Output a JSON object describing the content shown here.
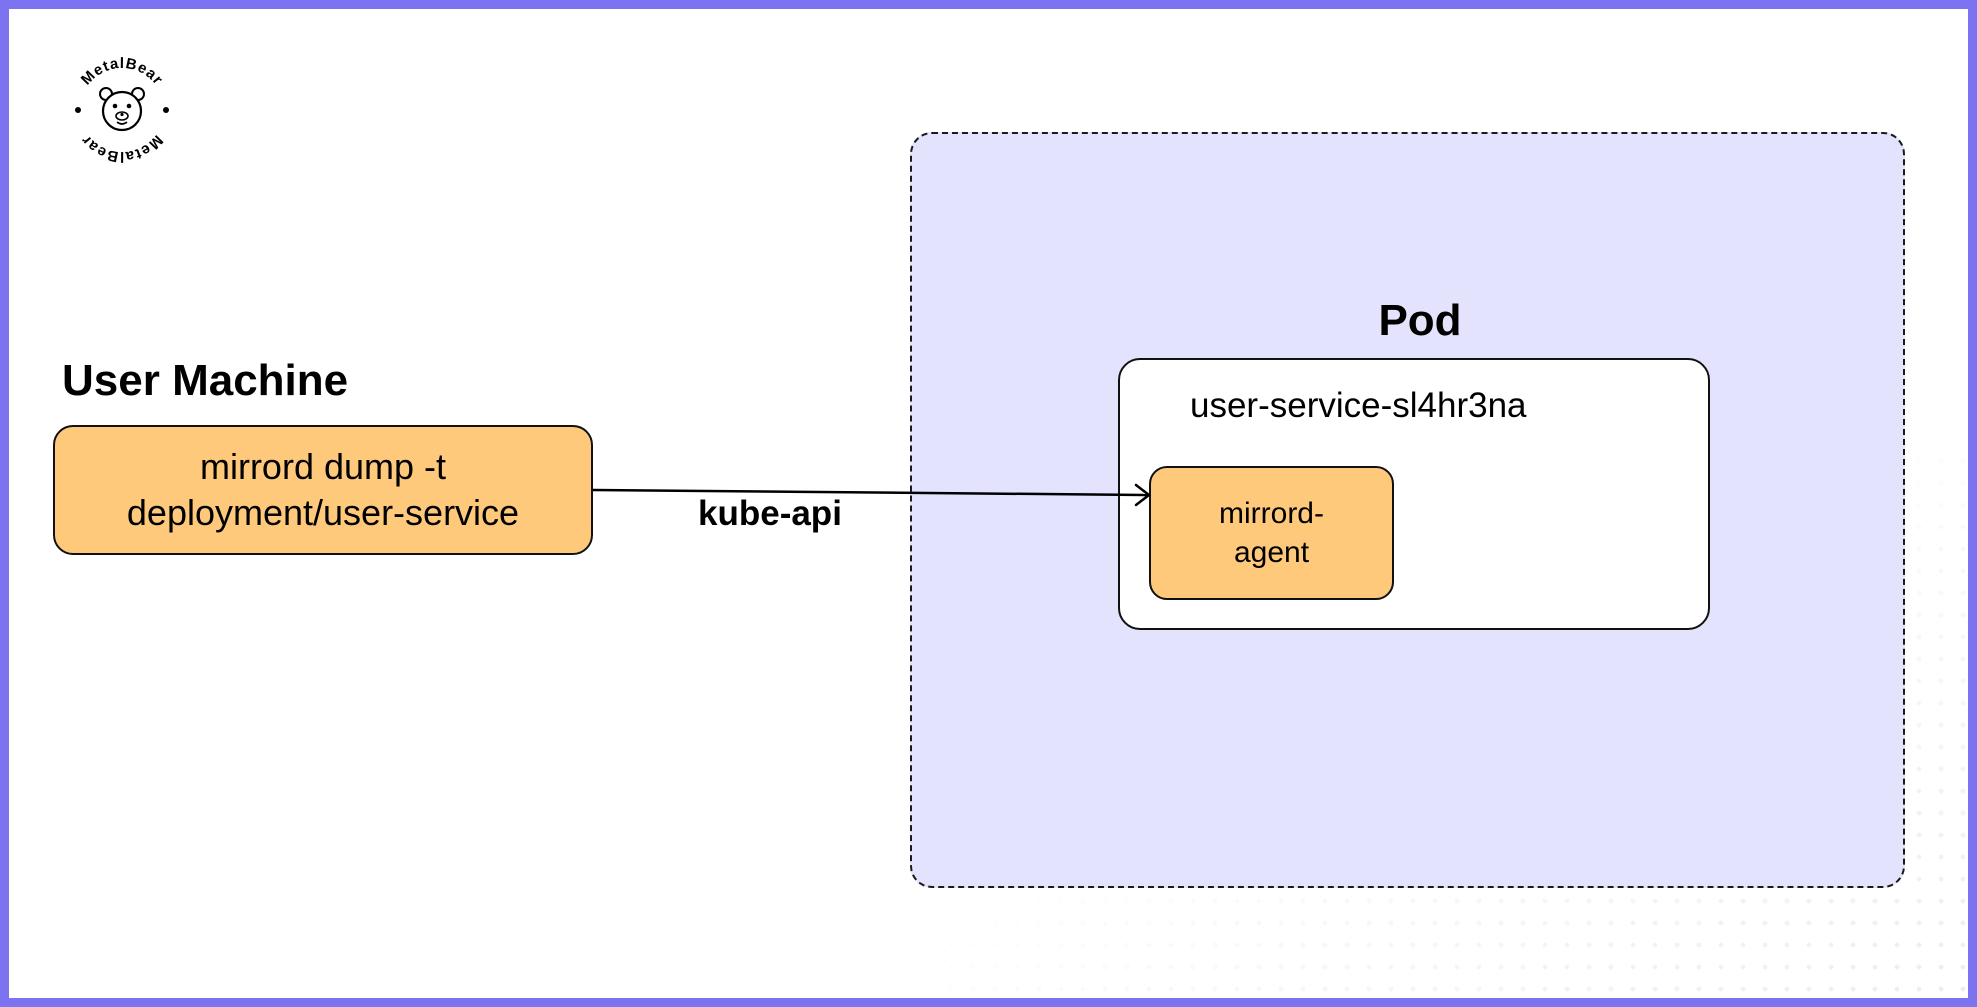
{
  "logo": {
    "text": "MetalBear"
  },
  "pod": {
    "title": "Pod",
    "name": "user-service-sl4hr3na",
    "agent_label": "mirrord-agent"
  },
  "user_machine": {
    "title": "User Machine",
    "command_label": "mirrord dump -t deployment/user-service"
  },
  "connection": {
    "label": "kube-api"
  },
  "colors": {
    "frame": "#7b73f0",
    "pod_region": "#e3e3fd",
    "component_fill": "#ffc97b"
  }
}
